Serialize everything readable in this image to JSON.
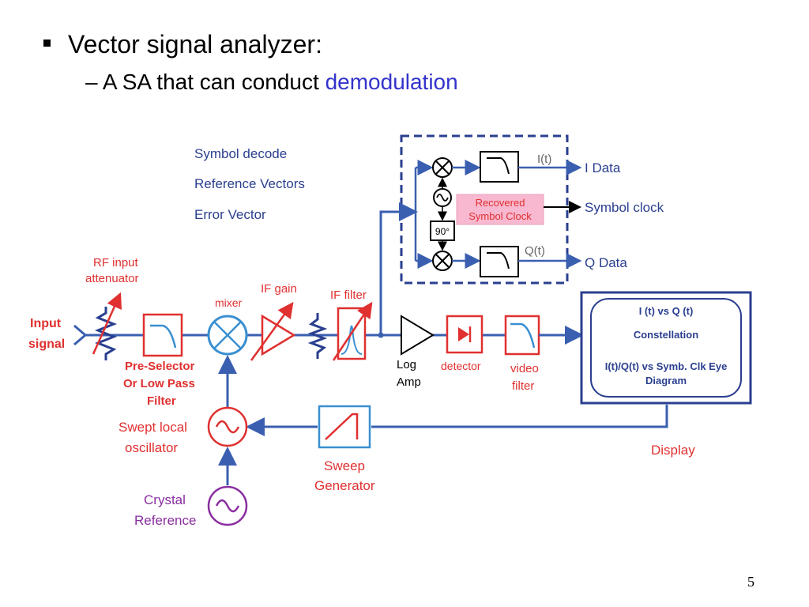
{
  "slide": {
    "bullet": "Vector signal analyzer:",
    "sub_dash": "–",
    "sub_prefix": "A SA that can conduct",
    "sub_highlight": "demodulation",
    "page_number": "5"
  },
  "diagram": {
    "legend": {
      "symbol_decode": "Symbol decode",
      "reference_vectors": "Reference Vectors",
      "error_vector": "Error Vector"
    },
    "input": {
      "line1": "Input",
      "line2": "signal"
    },
    "attenuator": {
      "line1": "RF input",
      "line2": "attenuator"
    },
    "preselector": {
      "line1": "Pre-Selector",
      "line2": "Or Low Pass",
      "line3": "Filter"
    },
    "mixer": "mixer",
    "if_gain": "IF gain",
    "if_filter": "IF filter",
    "log_amp": {
      "line1": "Log",
      "line2": "Amp"
    },
    "detector": "detector",
    "video_filter": {
      "line1": "video",
      "line2": "filter"
    },
    "local_osc": {
      "line1": "Swept local",
      "line2": "oscillator"
    },
    "crystal": {
      "line1": "Crystal",
      "line2": "Reference"
    },
    "sweep": {
      "line1": "Sweep",
      "line2": "Generator"
    },
    "display_label": "Display",
    "display_box": {
      "line1": "I (t) vs Q (t)",
      "line2": "Constellation",
      "line3": "I(t)/Q(t) vs Symb. Clk Eye",
      "line4": "Diagram"
    },
    "demod": {
      "i_t": "I(t)",
      "q_t": "Q(t)",
      "phase_90": "90°",
      "recovered_line1": "Recovered",
      "recovered_line2": "Symbol Clock",
      "i_data": "I Data",
      "symbol_clock": "Symbol clock",
      "q_data": "Q Data"
    }
  },
  "colors": {
    "blue_line": "#3a5fb0",
    "red": "#e03030",
    "purple": "#8a2ea0",
    "text_blue": "#2a3f8f",
    "pink_box": "#f8b8d0",
    "highlight": "#3333cc"
  }
}
